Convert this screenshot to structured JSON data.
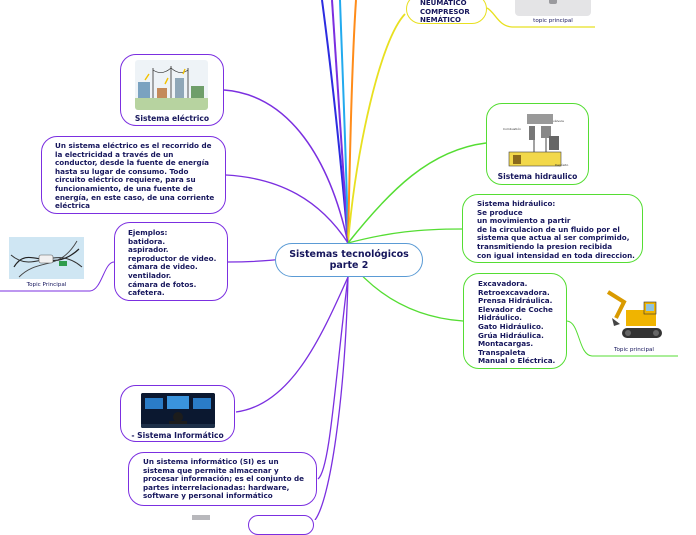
{
  "center": {
    "line1": "Sistemas tecnológicos",
    "line2": "parte 2"
  },
  "top_node": {
    "lines": "NEUMÁTICO\nCOMPRESOR\nNEMÁTICO"
  },
  "top_image_caption": "topic principal",
  "electrico": {
    "caption": "Sistema eléctrico",
    "description": "Un sistema eléctrico es el recorrido de\nla electricidad a través de un\nconductor, desde la fuente de energía\nhasta su lugar de consumo. Todo\ncircuito eléctrico requiere, para su\nfuncionamiento, de una fuente de\nenergía, en este caso, de una corriente\neléctrica",
    "examples": "Ejemplos:\n batidora.\nаspirador.\nreproductor de video.\ncámara de video.\nventilador.\ncámara de fotos.\ncafetera.",
    "examples_image_caption": "Topic Principal"
  },
  "hidraulico": {
    "caption": "Sistema hidraulico",
    "description": "Sistema hidráulico:\nSe produce\nun movimiento a partir\nde la circulacion de un fluido por el\nsistema que actua al ser comprimido,\ntransmitiendo la presion recibida\ncon igual intensidad en toda direccion.",
    "examples": "Excavadora.\nRetroexcavadora.\nPrensa Hidráulica.\nElevador de Coche\nHidráulico.\nGato Hidráulico.\nGrúa Hidráulica.\nMontacargas.\nTranspaleta\nManual o Eléctrica.",
    "examples_image_caption": "Topic principal"
  },
  "informatico": {
    "caption": "- Sistema Informático",
    "description": "Un sistema informático (SI) es un\nsistema que permite almacenar y\nprocesar información; es el conjunto de\npartes interrelacionadas: hardware,\nsoftware y personal informático"
  },
  "colors": {
    "blue": "#2c2ce0",
    "purple": "#7b2fe0",
    "green": "#55dd33",
    "orange": "#ff8c1a",
    "yellow": "#e8e020",
    "cyan": "#22aaee",
    "center_border": "#5b9bd5"
  }
}
